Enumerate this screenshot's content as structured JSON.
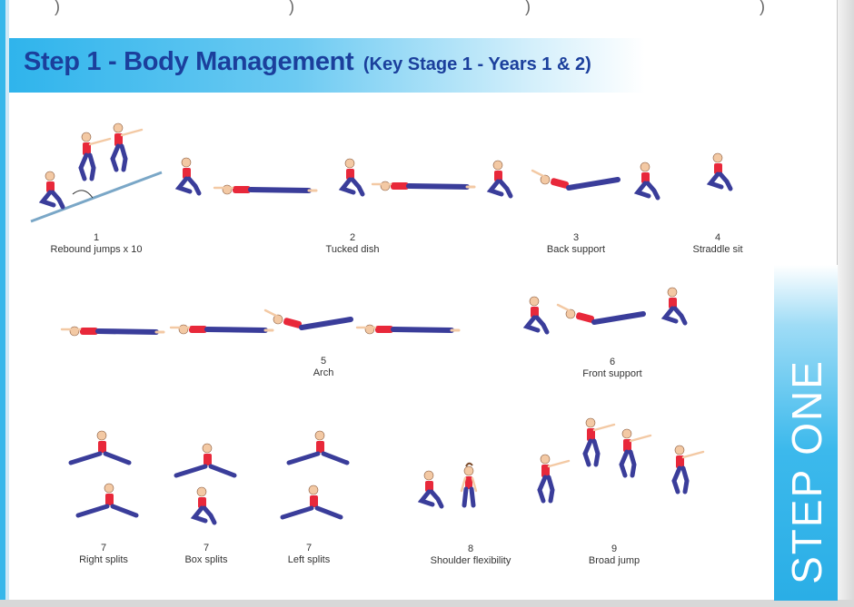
{
  "header": {
    "title": "Step 1 - Body Management",
    "subtitle": "(Key Stage 1 - Years 1 & 2)"
  },
  "side_label": "STEP ONE",
  "colors": {
    "accent_blue": "#2fb4ec",
    "title_blue": "#1b3f9c",
    "leotard_red": "#e8283a",
    "tights_navy": "#3a3d9a"
  },
  "exercises": [
    {
      "number": "1",
      "label": "Rebound jumps x 10"
    },
    {
      "number": "2",
      "label": "Tucked dish"
    },
    {
      "number": "3",
      "label": "Back support"
    },
    {
      "number": "4",
      "label": "Straddle sit"
    },
    {
      "number": "5",
      "label": "Arch"
    },
    {
      "number": "6",
      "label": "Front support"
    },
    {
      "number": "7",
      "label": "Right splits"
    },
    {
      "number": "7",
      "label": "Box splits"
    },
    {
      "number": "7",
      "label": "Left splits"
    },
    {
      "number": "8",
      "label": "Shoulder flexibility"
    },
    {
      "number": "9",
      "label": "Broad jump"
    }
  ]
}
